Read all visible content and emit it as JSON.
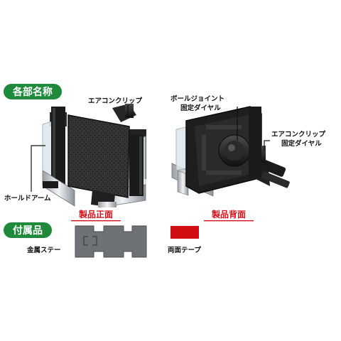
{
  "sections": {
    "parts_title": "各部名称",
    "accessories_title": "付属品"
  },
  "labels": {
    "aircon_clip": "エアコンクリップ",
    "ball_joint_line1": "ボールジョイント",
    "ball_joint_line2": "固定ダイヤル",
    "aircon_clip_dial_line1": "エアコンクリップ",
    "aircon_clip_dial_line2": "固定ダイヤル",
    "hold_arm": "ホールドアーム",
    "metal_stay": "金属ステー",
    "double_tape": "両面テープ"
  },
  "captions": {
    "front": "製品正面",
    "back": "製品背面"
  },
  "colors": {
    "badge_green": "#1f8a3c",
    "caption_red": "#d0141e",
    "tape_red": "#d10f12",
    "body_dark": "#1e1e1e",
    "stay_gray": "#6e7276"
  }
}
